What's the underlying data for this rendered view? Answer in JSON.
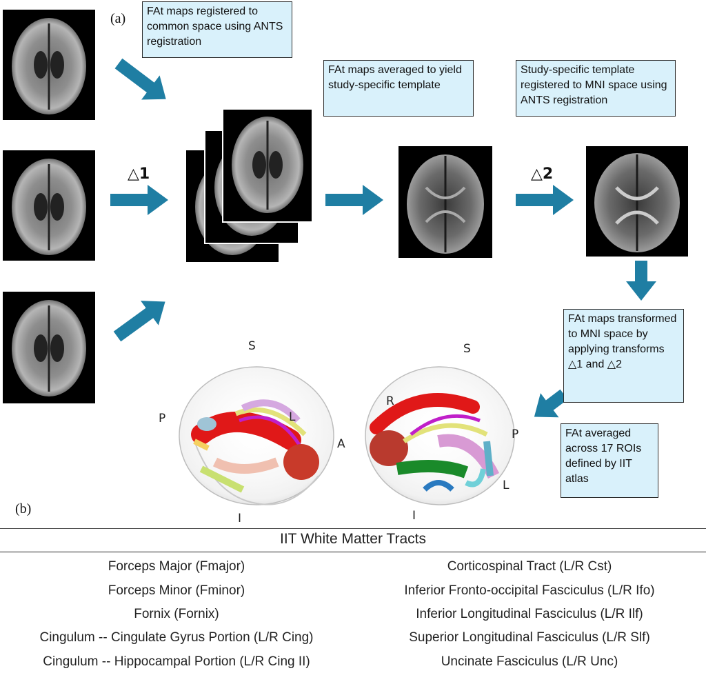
{
  "panel_labels": {
    "a": "(a)",
    "b": "(b)"
  },
  "boxes": {
    "register": "FAt maps registered to common space using ANTS registration",
    "average": "FAt maps averaged to yield study-specific template",
    "mni": "Study-specific template registered to MNI space using ANTS registration",
    "transform": "FAt maps transformed to MNI space by applying transforms △1 and △2",
    "rois": "FAt averaged across 17 ROIs defined by IIT atlas"
  },
  "deltas": {
    "d1": "△1",
    "d2": "△2"
  },
  "orientation": {
    "left_brain": {
      "S": "S",
      "P": "P",
      "L": "L",
      "A": "A",
      "I": "I"
    },
    "right_brain": {
      "S": "S",
      "R": "R",
      "P": "P",
      "L": "L",
      "I": "I"
    }
  },
  "table": {
    "title": "IIT White Matter Tracts",
    "left": [
      "Forceps Major (Fmajor)",
      "Forceps Minor (Fminor)",
      "Fornix (Fornix)",
      "Cingulum -- Cingulate Gyrus Portion (L/R Cing)",
      "Cingulum -- Hippocampal Portion (L/R Cing II)"
    ],
    "right": [
      "Corticospinal Tract (L/R Cst)",
      "Inferior Fronto-occipital Fasciculus (L/R Ifo)",
      "Inferior Longitudinal Fasciculus (L/R Ilf)",
      "Superior Longitudinal Fasciculus (L/R Slf)",
      "Uncinate Fasciculus (L/R Unc)"
    ]
  },
  "colors": {
    "arrow": "#1f7ea3",
    "box_fill": "#d9f1fb"
  }
}
